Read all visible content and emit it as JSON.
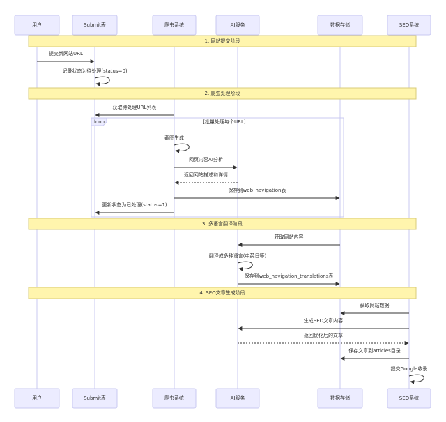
{
  "participants": [
    "用户",
    "Submit表",
    "爬虫系统",
    "AI服务",
    "数据存储",
    "SEO系统"
  ],
  "phases": [
    "1. 网站提交阶段",
    "2. 爬虫处理阶段",
    "3. 多语言翻译阶段",
    "4. SEO文章生成阶段"
  ],
  "loop": {
    "keyword": "loop",
    "label": "[批量处理每个URL]"
  },
  "messages": [
    {
      "text": "提交新网站URL",
      "from": 0,
      "to": 1,
      "style": "solid"
    },
    {
      "text": "记录状态为待处理(status=0)",
      "from": 1,
      "to": 1,
      "style": "self"
    },
    {
      "text": "获取待处理URL列表",
      "from": 2,
      "to": 1,
      "style": "solid"
    },
    {
      "text": "截图生成",
      "from": 2,
      "to": 2,
      "style": "self"
    },
    {
      "text": "网页内容AI分析",
      "from": 2,
      "to": 3,
      "style": "solid"
    },
    {
      "text": "返回网站描述和详情",
      "from": 3,
      "to": 2,
      "style": "dashed"
    },
    {
      "text": "保存到web_navigation表",
      "from": 2,
      "to": 4,
      "style": "solid"
    },
    {
      "text": "更新状态为已处理(status=1)",
      "from": 2,
      "to": 1,
      "style": "solid"
    },
    {
      "text": "获取网站内容",
      "from": 4,
      "to": 3,
      "style": "solid"
    },
    {
      "text": "翻译成多种语言(中英日等)",
      "from": 3,
      "to": 3,
      "style": "self"
    },
    {
      "text": "保存到web_navigation_translations表",
      "from": 3,
      "to": 4,
      "style": "solid"
    },
    {
      "text": "获取网站数据",
      "from": 5,
      "to": 4,
      "style": "solid"
    },
    {
      "text": "生成SEO文章内容",
      "from": 5,
      "to": 3,
      "style": "solid"
    },
    {
      "text": "返回优化后的文章",
      "from": 3,
      "to": 5,
      "style": "dashed"
    },
    {
      "text": "保存文章到articles目录",
      "from": 5,
      "to": 4,
      "style": "solid"
    },
    {
      "text": "提交Google收录",
      "from": 5,
      "to": 5,
      "style": "self"
    }
  ]
}
